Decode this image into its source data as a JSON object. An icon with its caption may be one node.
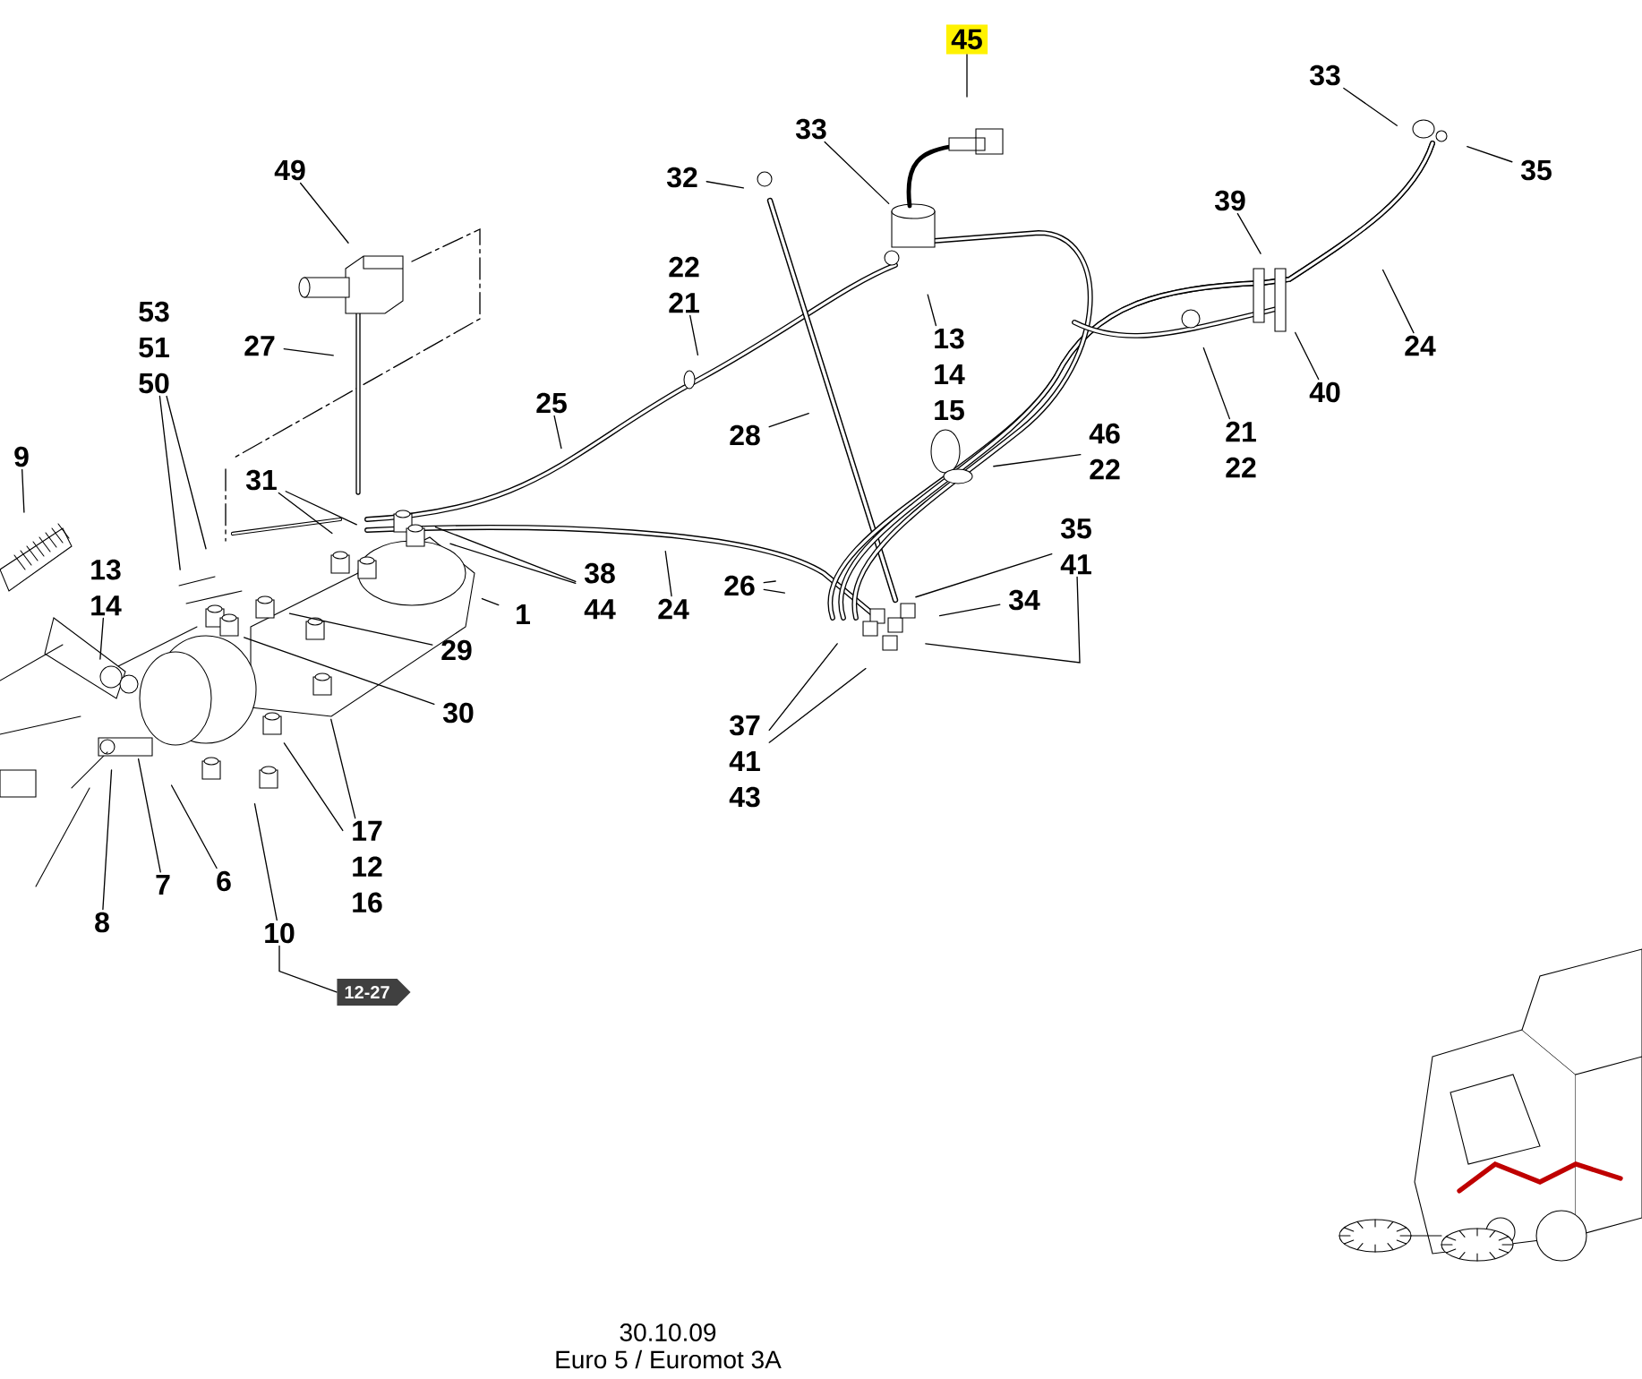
{
  "diagram": {
    "nodes": [
      {
        "text": [
          "45"
        ]
      },
      {
        "text": [
          "33"
        ]
      },
      {
        "text": [
          "32"
        ]
      },
      {
        "text": [
          "22 21"
        ]
      },
      {
        "text": [
          "49"
        ]
      },
      {
        "text": [
          "27"
        ]
      },
      {
        "text": [
          "53 51 50"
        ]
      },
      {
        "text": [
          "9"
        ]
      },
      {
        "text": [
          "13 14"
        ]
      },
      {
        "text": [
          "31"
        ]
      },
      {
        "text": [
          "25"
        ]
      },
      {
        "text": [
          "28"
        ]
      },
      {
        "text": [
          "13 14 15"
        ]
      },
      {
        "text": [
          "46 22"
        ]
      },
      {
        "text": [
          "39"
        ]
      },
      {
        "text": [
          "33"
        ]
      },
      {
        "text": [
          "35"
        ]
      },
      {
        "text": [
          "24"
        ]
      },
      {
        "text": [
          "40"
        ]
      },
      {
        "text": [
          "21 22"
        ]
      },
      {
        "text": [
          "38 44"
        ]
      },
      {
        "text": [
          "1"
        ]
      },
      {
        "text": [
          "24"
        ]
      },
      {
        "text": [
          "29"
        ]
      },
      {
        "text": [
          "30"
        ]
      },
      {
        "text": [
          "26"
        ]
      },
      {
        "text": [
          "35 41"
        ]
      },
      {
        "text": [
          "34"
        ]
      },
      {
        "text": [
          "37 41 43"
        ]
      },
      {
        "text": [
          "17 12 16"
        ]
      },
      {
        "text": [
          "8"
        ]
      },
      {
        "text": [
          "7"
        ]
      },
      {
        "text": [
          "6"
        ]
      },
      {
        "text": [
          "10"
        ]
      },
      {
        "text": [
          "12-27"
        ]
      }
    ],
    "edges": [
      {
        "from": 0,
        "to": null,
        "arrow": "none"
      },
      {
        "from": 1,
        "to": null,
        "arrow": "none"
      },
      {
        "from": 2,
        "to": null,
        "arrow": "none"
      },
      {
        "from": 3,
        "to": null,
        "arrow": "none"
      },
      {
        "from": 4,
        "to": null,
        "arrow": "none"
      },
      {
        "from": 5,
        "to": null,
        "arrow": "none"
      },
      {
        "from": 6,
        "to": null,
        "arrow": "none"
      },
      {
        "from": 6,
        "to": null,
        "arrow": "none"
      },
      {
        "from": 7,
        "to": null,
        "arrow": "none"
      },
      {
        "from": 8,
        "to": null,
        "arrow": "none"
      },
      {
        "from": 9,
        "to": null,
        "arrow": "none"
      },
      {
        "from": 9,
        "to": null,
        "arrow": "none"
      },
      {
        "from": 10,
        "to": null,
        "arrow": "none"
      },
      {
        "from": 11,
        "to": null,
        "arrow": "none"
      },
      {
        "from": 12,
        "to": null,
        "arrow": "none"
      },
      {
        "from": 13,
        "to": null,
        "arrow": "none"
      },
      {
        "from": 14,
        "to": null,
        "arrow": "none"
      },
      {
        "from": 15,
        "to": null,
        "arrow": "none"
      },
      {
        "from": 16,
        "to": null,
        "arrow": "none"
      },
      {
        "from": 17,
        "to": null,
        "arrow": "none"
      },
      {
        "from": 18,
        "to": null,
        "arrow": "none"
      },
      {
        "from": 19,
        "to": null,
        "arrow": "none"
      },
      {
        "from": 20,
        "to": null,
        "arrow": "none"
      },
      {
        "from": 20,
        "to": null,
        "arrow": "none"
      },
      {
        "from": 21,
        "to": null,
        "arrow": "none"
      },
      {
        "from": 22,
        "to": null,
        "arrow": "none"
      },
      {
        "from": 23,
        "to": null,
        "arrow": "none"
      },
      {
        "from": 24,
        "to": null,
        "arrow": "none"
      },
      {
        "from": 25,
        "to": null,
        "arrow": "none"
      },
      {
        "from": 25,
        "to": null,
        "arrow": "none"
      },
      {
        "from": 26,
        "to": null,
        "arrow": "none"
      },
      {
        "from": 26,
        "to": null,
        "arrow": "none"
      },
      {
        "from": 27,
        "to": null,
        "arrow": "none"
      },
      {
        "from": 28,
        "to": null,
        "arrow": "none"
      },
      {
        "from": 28,
        "to": null,
        "arrow": "none"
      },
      {
        "from": 29,
        "to": null,
        "arrow": "none"
      },
      {
        "from": 29,
        "to": null,
        "arrow": "none"
      },
      {
        "from": 30,
        "to": null,
        "arrow": "none"
      },
      {
        "from": 31,
        "to": null,
        "arrow": "none"
      },
      {
        "from": 32,
        "to": null,
        "arrow": "none"
      },
      {
        "from": 33,
        "to": null,
        "arrow": "none"
      },
      {
        "from": 33,
        "to": 34,
        "arrow": "none"
      }
    ],
    "labels": [
      "30.10.09",
      "Euro 5 / Euromot 3A"
    ]
  }
}
